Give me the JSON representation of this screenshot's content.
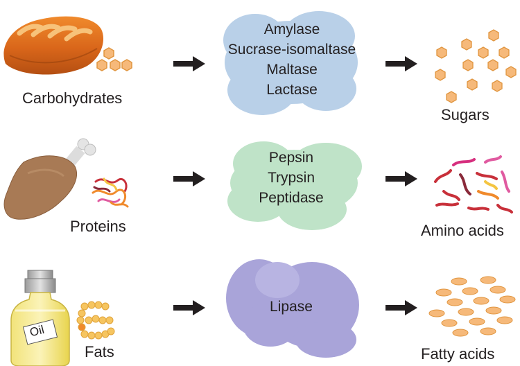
{
  "rows": [
    {
      "id": "carbohydrates",
      "food_label": "Carbohydrates",
      "enzymes": [
        "Amylase",
        "Sucrase-isomaltase",
        "Maltase",
        "Lactase"
      ],
      "product_label": "Sugars",
      "enzyme_color": "#b9d0e8",
      "product_color": "#f6b97a"
    },
    {
      "id": "proteins",
      "food_label": "Proteins",
      "enzymes": [
        "Pepsin",
        "Trypsin",
        "Peptidase"
      ],
      "product_label": "Amino acids",
      "enzyme_color": "#bfe3c8",
      "product_color": "#c8303a"
    },
    {
      "id": "fats",
      "food_label": "Fats",
      "enzymes": [
        "Lipase"
      ],
      "product_label": "Fatty acids",
      "enzyme_color": "#a9a4d9",
      "product_color": "#f6b97a"
    }
  ],
  "oil_bottle_label": "Oil",
  "icons": {
    "carbohydrates": [
      "bread-icon",
      "hexagon-cluster-icon"
    ],
    "proteins": [
      "chicken-leg-icon",
      "protein-structure-icon"
    ],
    "fats": [
      "oil-bottle-icon",
      "fat-chain-icon"
    ],
    "arrows": "right-arrow-icon"
  }
}
